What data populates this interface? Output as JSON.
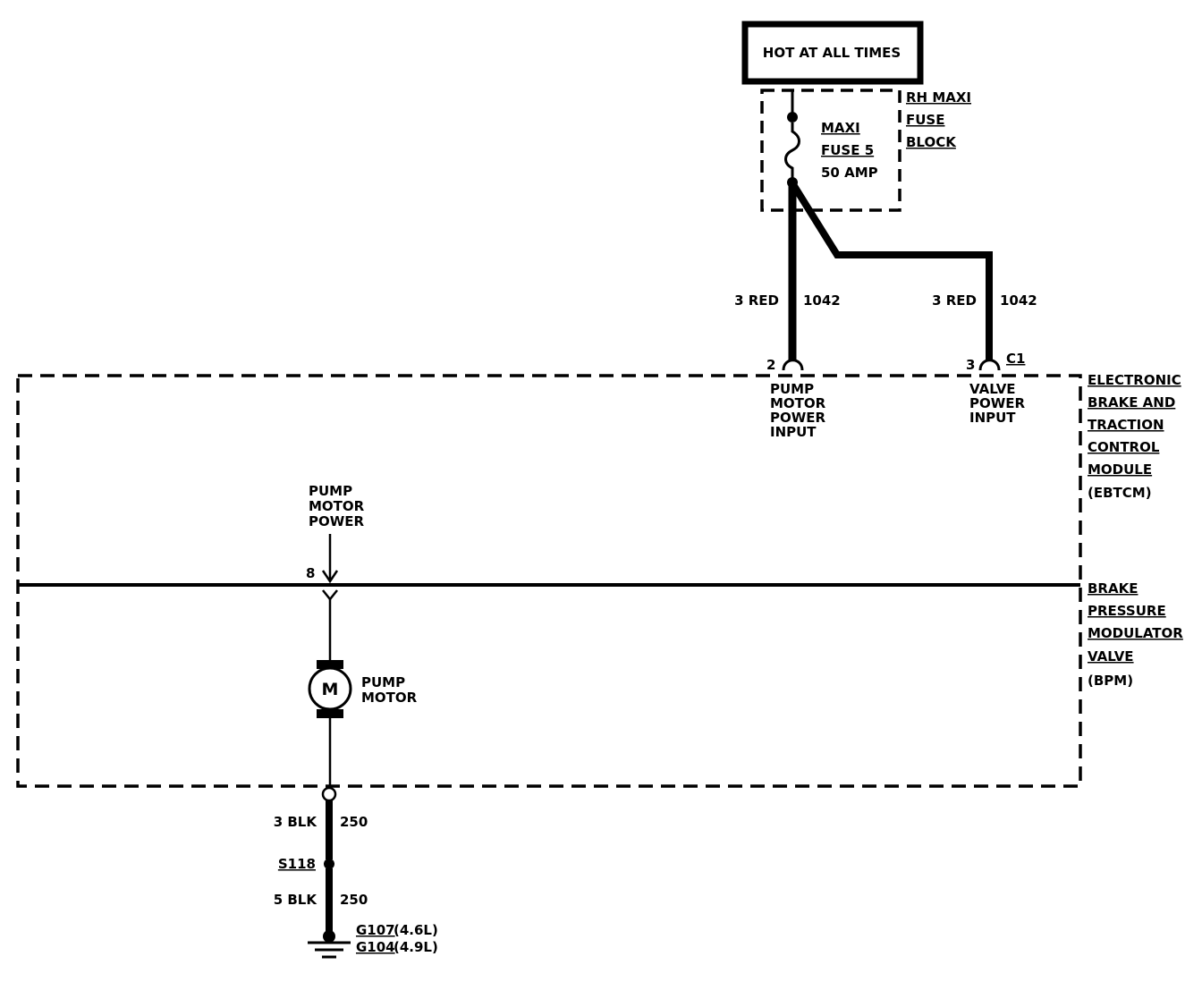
{
  "power_source": {
    "label": "HOT AT ALL TIMES"
  },
  "fuse_block": {
    "name_lines": [
      "RH MAXI",
      "FUSE",
      "BLOCK"
    ],
    "fuse_lines": [
      "MAXI",
      "FUSE 5",
      "50 AMP"
    ]
  },
  "wires": {
    "pump_feed": {
      "gauge_color": "3 RED",
      "circuit": "1042"
    },
    "valve_feed": {
      "gauge_color": "3 RED",
      "circuit": "1042"
    },
    "ground_upper": {
      "gauge_color": "3 BLK",
      "circuit": "250"
    },
    "ground_lower": {
      "gauge_color": "5 BLK",
      "circuit": "250"
    }
  },
  "connectors": {
    "pump_pin": "2",
    "valve_pin": "3",
    "valve_connector": "C1",
    "internal_pin": "8"
  },
  "inputs": {
    "pump_motor_power_input": [
      "PUMP",
      "MOTOR",
      "POWER",
      "INPUT"
    ],
    "valve_power_input": [
      "VALVE",
      "POWER",
      "INPUT"
    ],
    "pump_motor_power": [
      "PUMP",
      "MOTOR",
      "POWER"
    ]
  },
  "modules": {
    "ebtcm": [
      "ELECTRONIC",
      "BRAKE AND",
      "TRACTION",
      "CONTROL",
      "MODULE",
      "(EBTCM)"
    ],
    "bpmv": [
      "BRAKE",
      "PRESSURE",
      "MODULATOR",
      "VALVE",
      "(BPM)"
    ]
  },
  "motor": {
    "symbol": "M",
    "label_lines": [
      "PUMP",
      "MOTOR"
    ]
  },
  "splice": {
    "label": "S118"
  },
  "grounds": [
    {
      "id": "G107",
      "note": "(4.6L)"
    },
    {
      "id": "G104",
      "note": "(4.9L)"
    }
  ]
}
